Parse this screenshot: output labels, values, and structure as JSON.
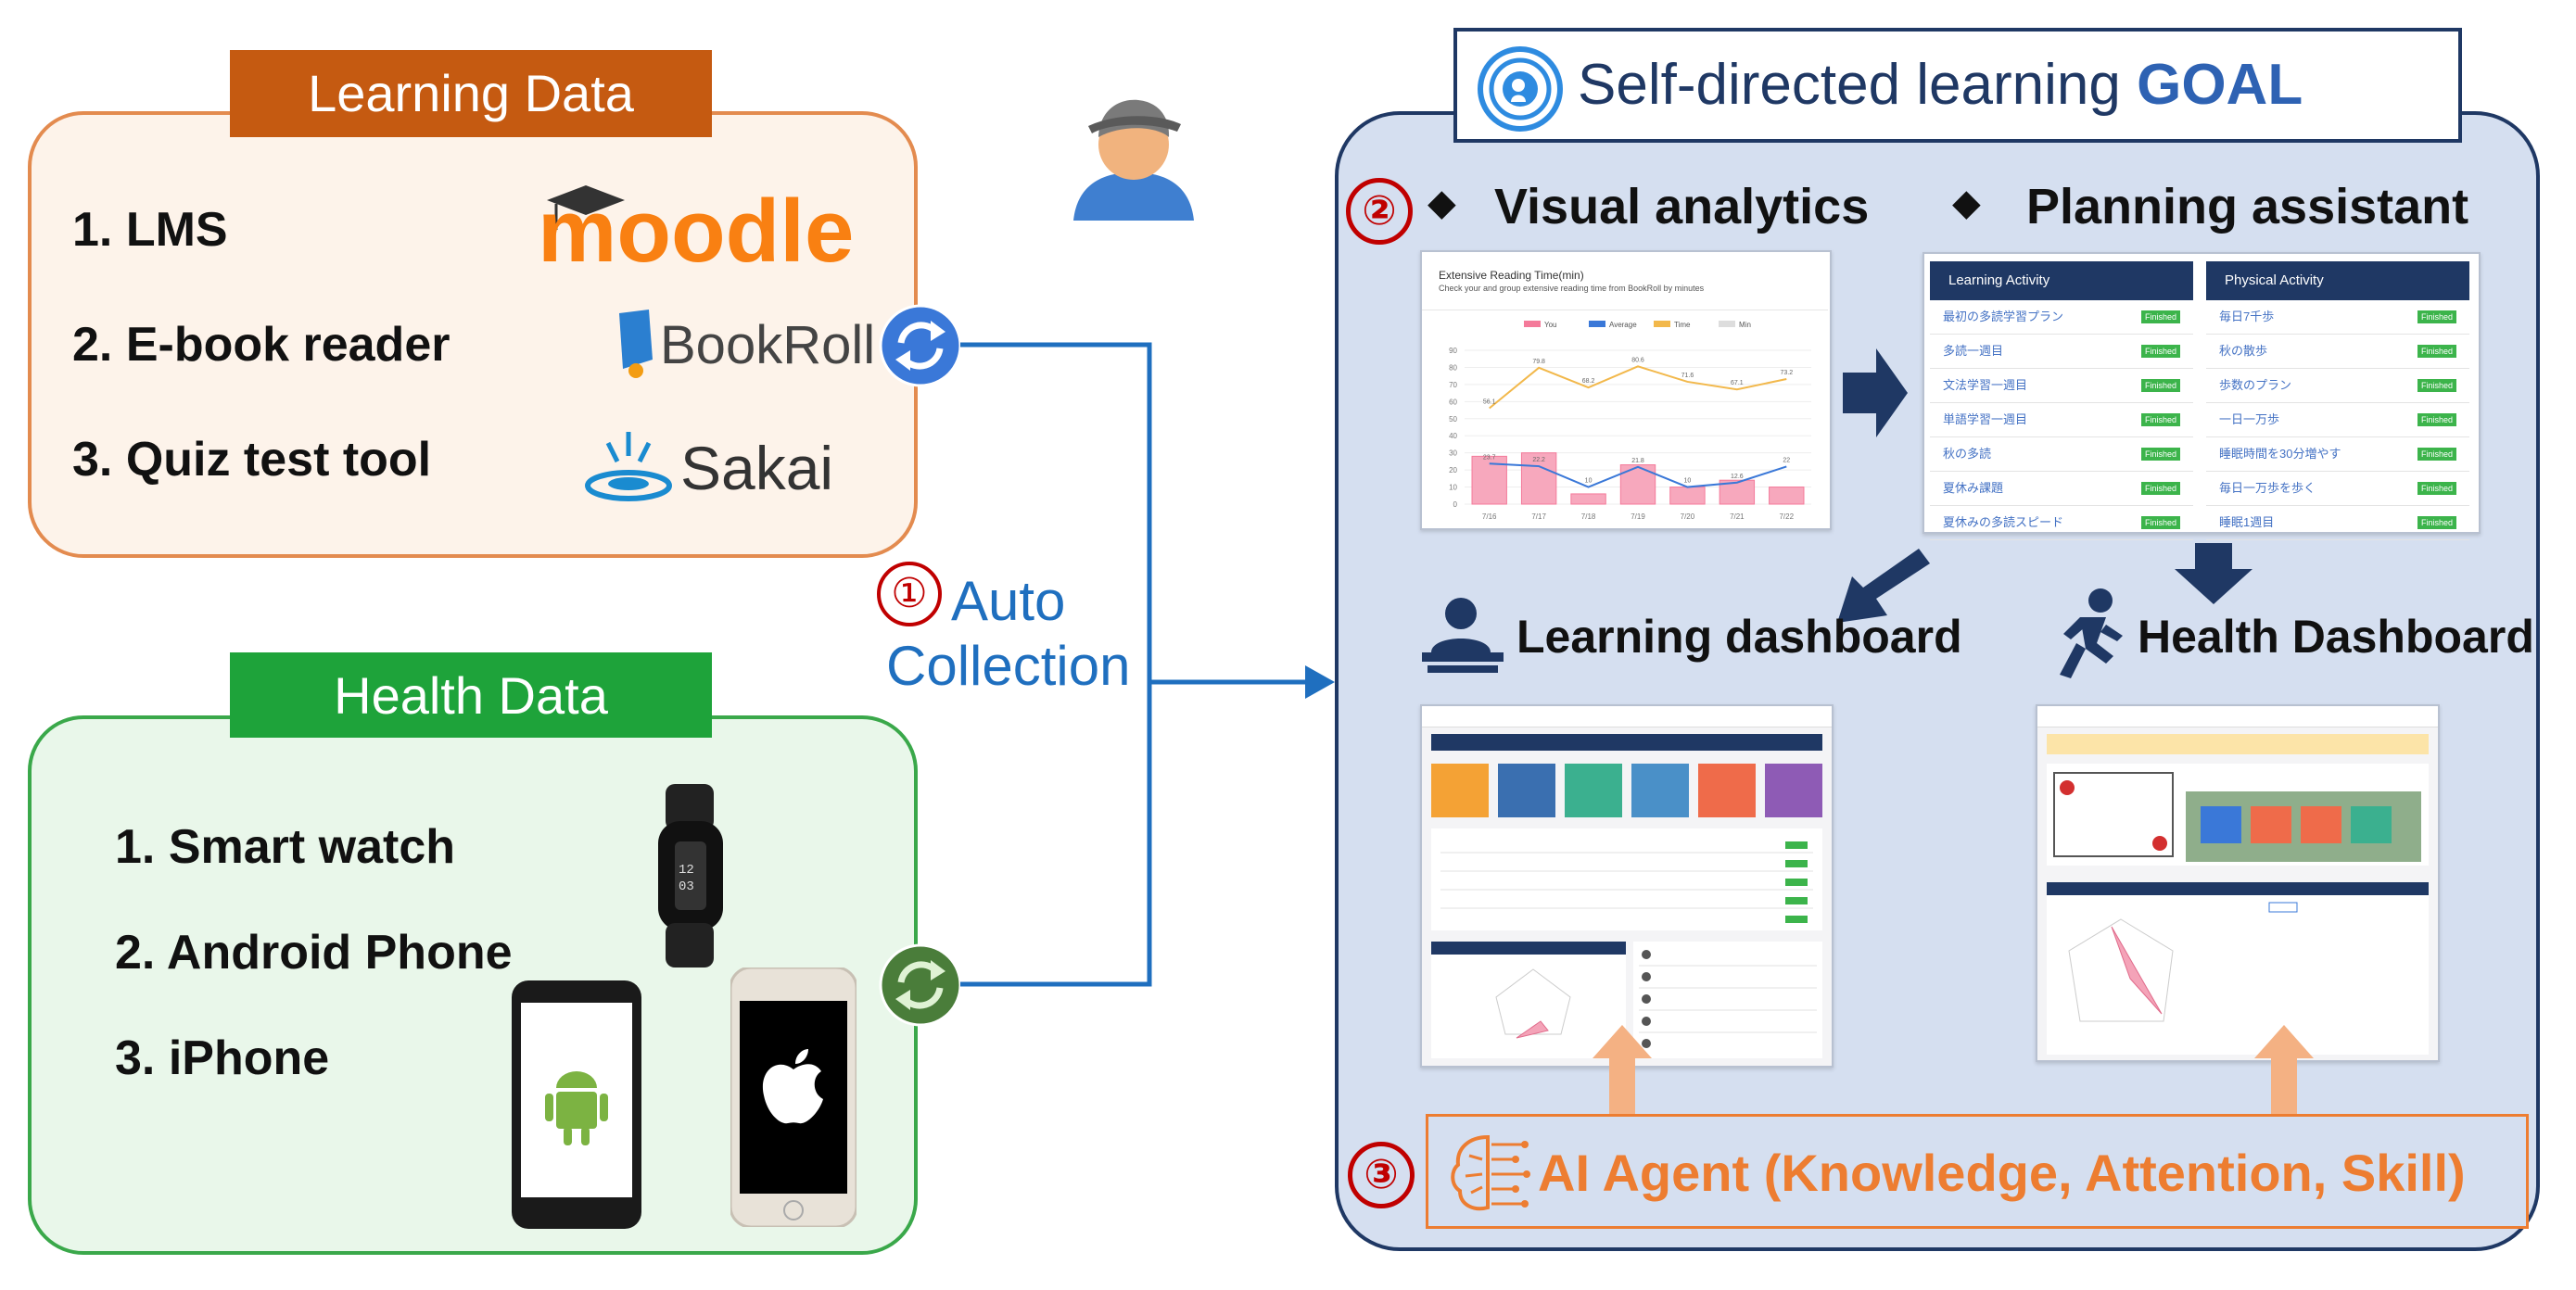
{
  "learning_data": {
    "header": "Learning Data",
    "items": [
      "1. LMS",
      "2. E-book reader",
      "3. Quiz test tool"
    ],
    "logos": [
      "moodle",
      "BookRoll",
      "Sakai"
    ]
  },
  "health_data": {
    "header": "Health Data",
    "items": [
      "1. Smart watch",
      "2. Android Phone",
      "3. iPhone"
    ]
  },
  "collection": {
    "number": "①",
    "line1": "Auto",
    "line2": "Collection"
  },
  "goal": {
    "prefix": "Self-directed learning ",
    "highlight": "GOAL"
  },
  "section2": {
    "number": "②",
    "visual_analytics": "Visual analytics",
    "planning_assistant": "Planning assistant",
    "bullet": "◆"
  },
  "dashboards": {
    "learning": "Learning dashboard",
    "health": "Health Dashboard"
  },
  "section3": {
    "number": "③",
    "ai_agent": "AI Agent (Knowledge, Attention, Skill)"
  },
  "mini_chart": {
    "title": "Extensive Reading Time(min)",
    "subtitle": "Check your and group extensive reading time from BookRoll by minutes",
    "legend": [
      "You",
      "Average",
      "Time",
      "Min"
    ],
    "x_labels": [
      "7/16",
      "7/17",
      "7/18",
      "7/19",
      "7/20",
      "7/21",
      "7/22"
    ],
    "y_ticks": [
      "90",
      "80",
      "70",
      "60",
      "50",
      "40",
      "30",
      "20",
      "10",
      "0"
    ]
  },
  "chart_data": {
    "type": "bar",
    "title": "Extensive Reading Time(min)",
    "categories": [
      "7/16",
      "7/17",
      "7/18",
      "7/19",
      "7/20",
      "7/21",
      "7/22"
    ],
    "series": [
      {
        "name": "You",
        "values": [
          28,
          30,
          6,
          23,
          10,
          14,
          10
        ]
      },
      {
        "name": "Average",
        "values": [
          23.7,
          22.2,
          10,
          21.8,
          10,
          12.6,
          22
        ]
      },
      {
        "name": "Time",
        "values": [
          56.1,
          79.8,
          68.2,
          80.6,
          71.6,
          67.1,
          73.2
        ]
      }
    ],
    "ylim": [
      0,
      90
    ]
  },
  "planning": {
    "learning_activity": {
      "header": "Learning Activity",
      "rows": [
        "最初の多読学習プラン",
        "多読一週目",
        "文法学習一週目",
        "単語学習一週目",
        "秋の多読",
        "夏休み課題",
        "夏休みの多読スピード"
      ]
    },
    "physical_activity": {
      "header": "Physical Activity",
      "rows": [
        "毎日7千歩",
        "秋の散歩",
        "歩数のプラン",
        "一日一万歩",
        "睡眠時間を30分増やす",
        "毎日一万歩を歩く",
        "睡眠1週目"
      ]
    },
    "status": "Finished"
  },
  "colors": {
    "learning_orange": "#c55a11",
    "health_green": "#1ea33a",
    "goal_navy": "#1f3864",
    "ai_orange": "#ed7d31",
    "arrow_blue": "#1f6fbf"
  }
}
